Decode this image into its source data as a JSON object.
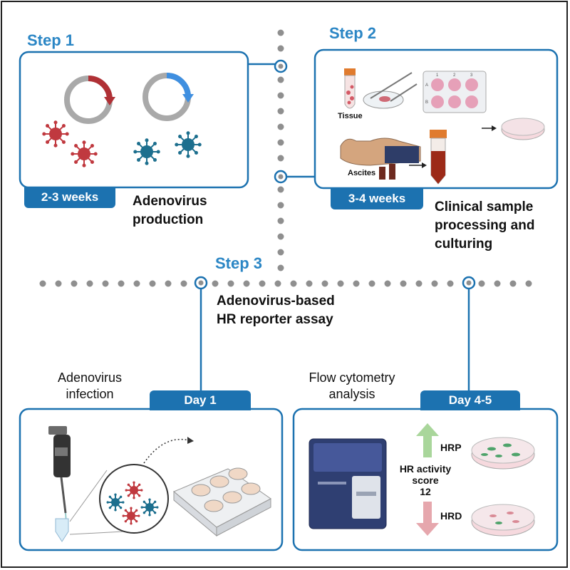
{
  "steps": {
    "step1": "Step 1",
    "step2": "Step 2",
    "step3": "Step 3"
  },
  "step1": {
    "duration": "2-3 weeks",
    "caption_line1": "Adenovirus",
    "caption_line2": "production"
  },
  "step2": {
    "duration": "3-4 weeks",
    "caption_line1": "Clinical sample",
    "caption_line2": "processing and",
    "caption_line3": "culturing",
    "tissue_label": "Tissue",
    "ascites_label": "Ascites",
    "plate_labels": [
      "1",
      "2",
      "3",
      "A",
      "B"
    ]
  },
  "step3": {
    "caption_line1": "Adenovirus-based",
    "caption_line2": "HR reporter assay"
  },
  "day1": {
    "tag": "Day 1",
    "caption_line1": "Adenovirus",
    "caption_line2": "infection"
  },
  "day45": {
    "tag": "Day 4-5",
    "caption_line1": "Flow cytometry",
    "caption_line2": "analysis",
    "hrp": "HRP",
    "hrd": "HRD",
    "score_line1": "HR activity",
    "score_line2": "score",
    "score_line3": "12"
  },
  "colors": {
    "accent_blue": "#1c72b0",
    "step_blue": "#2b86c5",
    "virus_red": "#c0393f",
    "virus_teal": "#1d6f8e",
    "dot_gray": "#8f8f8f",
    "arrow_green": "#a9d69b",
    "arrow_pink": "#e6a7ad"
  }
}
